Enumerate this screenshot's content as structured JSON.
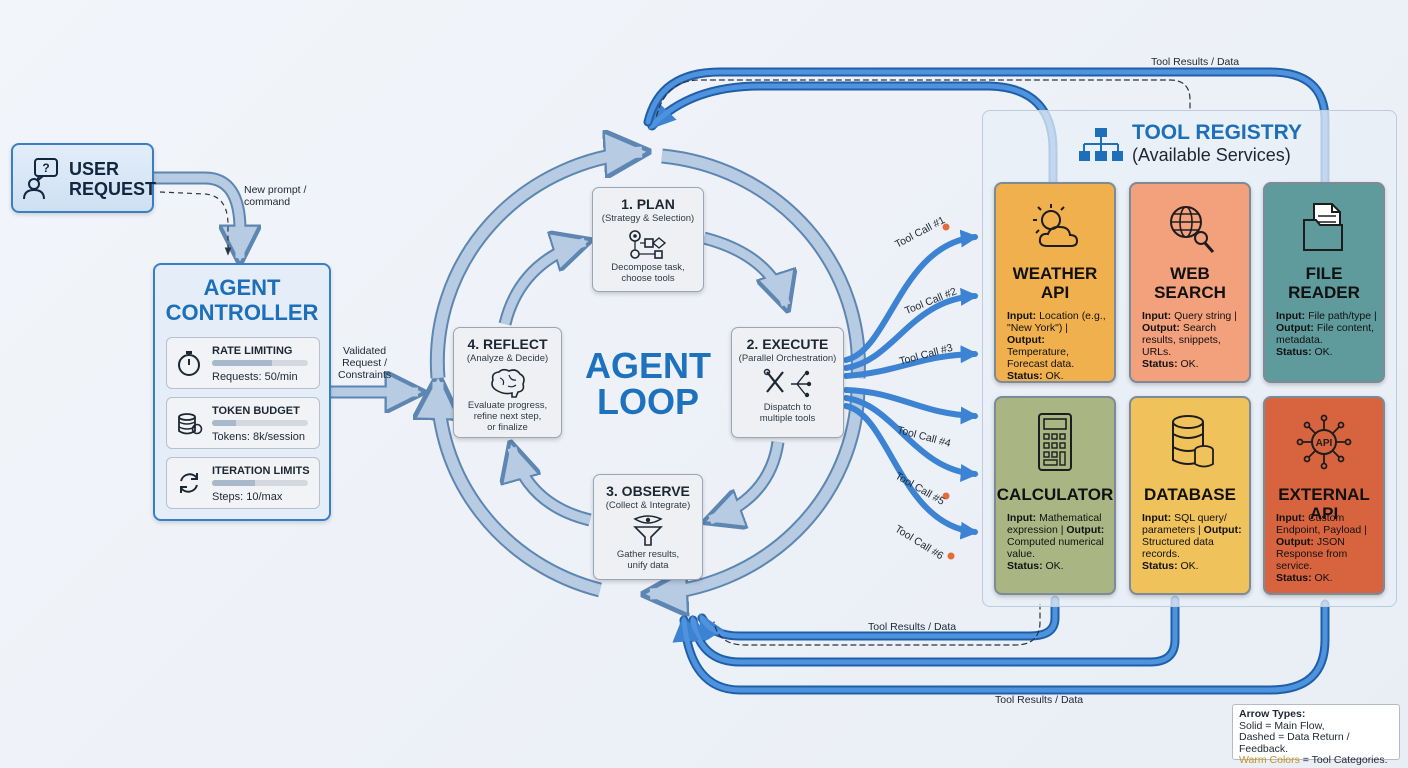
{
  "user_request": {
    "title": "USER\nREQUEST"
  },
  "labels": {
    "new_prompt": "New prompt /\ncommand",
    "validated": "Validated\nRequest /\nConstraints",
    "tool_results_top": "Tool Results / Data",
    "tool_results_middle": "Tool Results / Data",
    "tool_results_bottom": "Tool Results / Data"
  },
  "agent_controller": {
    "title": "AGENT\nCONTROLLER",
    "cards": [
      {
        "title": "RATE LIMITING",
        "text": "Requests: 50/min",
        "level": 0.62,
        "icon": "stopwatch-icon"
      },
      {
        "title": "TOKEN BUDGET",
        "text": "Tokens: 8k/session",
        "level": 0.25,
        "icon": "coin-stack-icon"
      },
      {
        "title": "ITERATION LIMITS",
        "text": "Steps: 10/max",
        "level": 0.45,
        "icon": "cycle-arrows-icon"
      }
    ]
  },
  "agent_loop": {
    "title": "AGENT\nLOOP",
    "nodes": {
      "plan": {
        "title": "1. PLAN",
        "subtitle": "(Strategy & Selection)",
        "desc": "Decompose task,\nchoose tools",
        "icon": "flowchart-icon"
      },
      "execute": {
        "title": "2. EXECUTE",
        "subtitle": "(Parallel Orchestration)",
        "desc": "Dispatch to\nmultiple tools",
        "icon": "tools-icon"
      },
      "observe": {
        "title": "3. OBSERVE",
        "subtitle": "(Collect & Integrate)",
        "desc": "Gather results,\nunify data",
        "icon": "funnel-eye-icon"
      },
      "reflect": {
        "title": "4. REFLECT",
        "subtitle": "(Analyze & Decide)",
        "desc": "Evaluate progress,\nrefine next step,\nor finalize",
        "icon": "brain-icon"
      }
    }
  },
  "tool_calls": [
    "Tool Call #1",
    "Tool Call #2",
    "Tool Call #3",
    "Tool Call #4",
    "Tool Call #5",
    "Tool Call #6"
  ],
  "tool_registry": {
    "title": "TOOL REGISTRY",
    "subtitle": "(Available Services)",
    "tools": [
      {
        "name": "WEATHER\nAPI",
        "icon": "weather-cloud-sun-icon",
        "color": "#f0b04e",
        "input_label": "Input:",
        "input": " Location (e.g., \"New York\") |",
        "output_label": "Output:",
        "output": " Temperature, Forecast data.",
        "status_label": "Status:",
        "status": " OK."
      },
      {
        "name": "WEB\nSEARCH",
        "icon": "globe-magnifier-icon",
        "color": "#f3a07c",
        "input_label": "Input:",
        "input": " Query string |",
        "output_label": "Output:",
        "output": " Search results, snippets, URLs.",
        "status_label": "Status:",
        "status": " OK."
      },
      {
        "name": "FILE\nREADER",
        "icon": "file-folder-icon",
        "color": "#5f9a9d",
        "input_label": "Input:",
        "input": " File path/type |",
        "output_label": "Output:",
        "output": " File content, metadata.",
        "status_label": "Status:",
        "status": " OK."
      },
      {
        "name": "CALCULATOR",
        "icon": "calculator-icon",
        "color": "#a9b684",
        "input_label": "Input:",
        "input": " Mathematical expression |",
        "output_label": "Output:",
        "output": " Computed numerical value.",
        "status_label": "Status:",
        "status": " OK."
      },
      {
        "name": "DATABASE",
        "icon": "database-icon",
        "color": "#efc25b",
        "input_label": "Input:",
        "input": " SQL query/ parameters |",
        "output_label": "Output:",
        "output": " Structured data records.",
        "status_label": "Status:",
        "status": " OK."
      },
      {
        "name": "EXTERNAL API",
        "icon": "api-network-icon",
        "color": "#d8643f",
        "input_label": "Input:",
        "input": " Custom Endpoint, Payload |",
        "output_label": "Output:",
        "output": " JSON Response from service.",
        "status_label": "Status:",
        "status": " OK."
      }
    ]
  },
  "legend": {
    "title": "Arrow Types:",
    "solid": "Solid = Main Flow,",
    "dashed": "Dashed = Data Return / Feedback.",
    "warm_label": "Warm Colors",
    "warm_rest": " = Tool Categories."
  }
}
